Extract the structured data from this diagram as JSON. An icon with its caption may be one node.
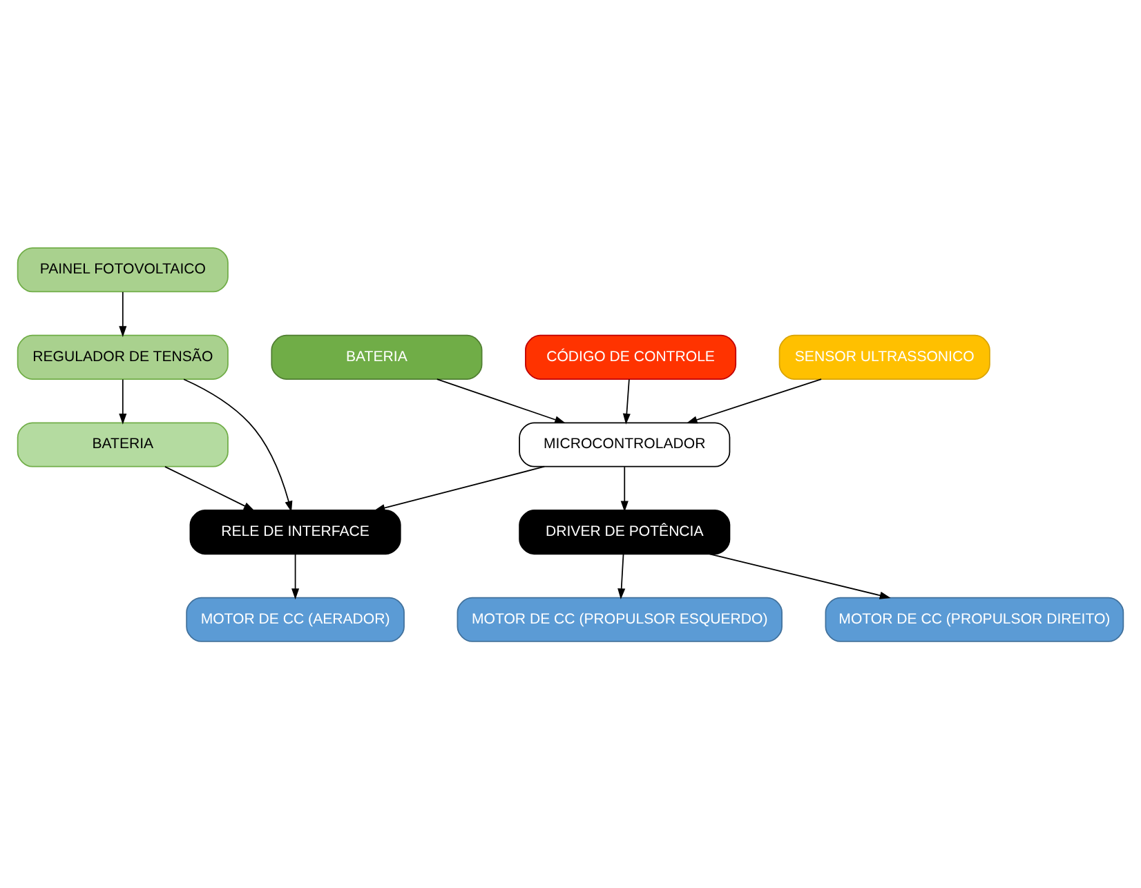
{
  "diagram": {
    "nodes": [
      {
        "text": [
          "PAINEL FOTOVOLTAICO"
        ]
      },
      {
        "text": [
          "REGULADOR DE TENSÃO"
        ]
      },
      {
        "text": [
          "BATERIA"
        ]
      },
      {
        "text": [
          "BATERIA"
        ]
      },
      {
        "text": [
          "CÓDIGO DE CONTROLE"
        ]
      },
      {
        "text": [
          "MICROCONTROLADOR"
        ]
      },
      {
        "text": [
          "SENSOR ULTRASSONICO"
        ]
      },
      {
        "text": [
          "DRIVER DE POTÊNCIA"
        ]
      },
      {
        "text": [
          "RELE DE INTERFACE"
        ]
      },
      {
        "text": [
          "MOTOR DE CC (PROPULSOR ESQUERDO)"
        ]
      },
      {
        "text": [
          "MOTOR DE CC (PROPULSOR DIREITO)"
        ]
      },
      {
        "text": [
          "MOTOR DE CC (AERADOR)"
        ]
      }
    ],
    "edges": [
      {
        "from": 0,
        "to": 1,
        "arrow": "to"
      },
      {
        "from": 1,
        "to": 3,
        "arrow": "to"
      },
      {
        "from": 1,
        "to": 8,
        "arrow": "to"
      },
      {
        "from": 3,
        "to": 8,
        "arrow": "to"
      },
      {
        "from": 2,
        "to": 5,
        "arrow": "to"
      },
      {
        "from": 4,
        "to": 5,
        "arrow": "to"
      },
      {
        "from": 6,
        "to": 5,
        "arrow": "to"
      },
      {
        "from": 5,
        "to": 7,
        "arrow": "to"
      },
      {
        "from": 5,
        "to": 8,
        "arrow": "to"
      },
      {
        "from": 7,
        "to": 9,
        "arrow": "to"
      },
      {
        "from": 7,
        "to": 10,
        "arrow": "to"
      },
      {
        "from": 8,
        "to": 11,
        "arrow": "to"
      }
    ]
  }
}
